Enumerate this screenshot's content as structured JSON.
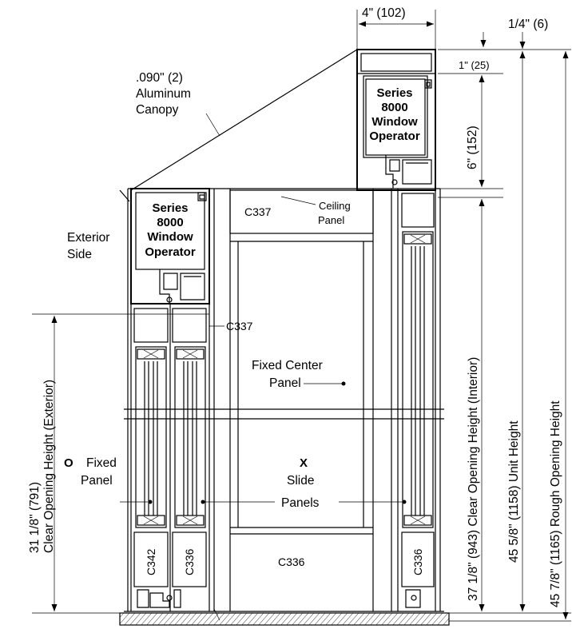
{
  "labels": {
    "width_4in": "4\" (102)",
    "quarter_in": "1/4\" (6)",
    "one_in": "1\" (25)",
    "six_in": "6\" (152)",
    "canopy_1": ".090\" (2)",
    "canopy_2": "Aluminum",
    "canopy_3": "Canopy",
    "op_series": "Series",
    "op_8000": "8000",
    "op_window": "Window",
    "op_operator": "Operator",
    "exterior_1": "Exterior",
    "exterior_2": "Side",
    "c337_top": "C337",
    "ceiling_1": "Ceiling",
    "ceiling_2": "Panel",
    "c337_left": "C337",
    "fixed_center_1": "Fixed Center",
    "fixed_center_2": "Panel",
    "fixed_o": "O",
    "fixed_panel_1": "Fixed",
    "fixed_panel_2": "Panel",
    "slide_x": "X",
    "slide_1": "Slide",
    "slide_2": "Panels",
    "c342": "C342",
    "c336_a": "C336",
    "c336_center": "C336",
    "c336_right": "C336",
    "dim_clear_ext_1": "31 1/8\" (791)",
    "dim_clear_ext_2": "Clear Opening  Height (Exterior)",
    "dim_clear_int": "37 1/8\" (943) Clear Opening  Height (Interior)",
    "dim_unit": "45 5/8\" (1158) Unit Height",
    "dim_rough": "45 7/8\" (1165) Rough Opening  Height"
  }
}
